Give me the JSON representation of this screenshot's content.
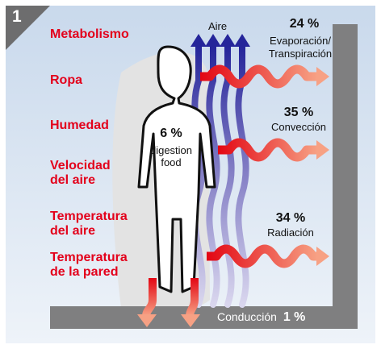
{
  "panel_number": "1",
  "factors": [
    "Metabolismo",
    "Ropa",
    "Humedad",
    "Velocidad\ndel aire",
    "Temperatura\ndel aire",
    "Temperatura\nde la pared"
  ],
  "digestion": {
    "percent": "6 %",
    "line1": "digestion",
    "line2": "food"
  },
  "air_label": "Aire",
  "losses": [
    {
      "percent": "24 %",
      "label_line1": "Evaporación/",
      "label_line2": "Transpiración"
    },
    {
      "percent": "35 %",
      "label_line1": "Convección",
      "label_line2": ""
    },
    {
      "percent": "34 %",
      "label_line1": "Radiación",
      "label_line2": ""
    }
  ],
  "conduction": {
    "label": "Conducción",
    "percent": "1 %"
  },
  "colors": {
    "frame": "#ffffff",
    "background_top": "#c9d9ec",
    "background_bottom": "#eef3f9",
    "wall": "#7f7f80",
    "factor_text": "#e3001b",
    "heat_arrow_start": "#e30613",
    "heat_arrow_end": "#f79a7a",
    "air_flow": "#3a3aa8"
  }
}
